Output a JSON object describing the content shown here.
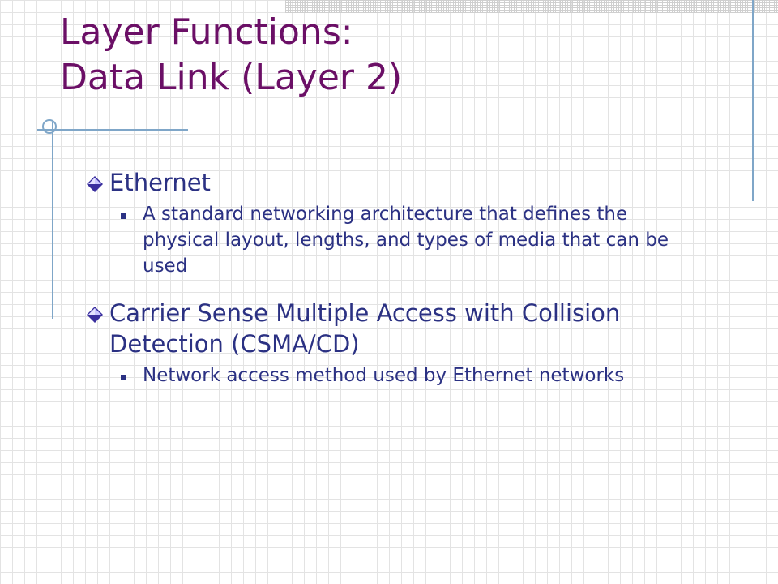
{
  "slide": {
    "title_line1": "Layer Functions:",
    "title_line2": "Data Link (Layer 2)",
    "bullets": [
      {
        "text": "Ethernet",
        "subbullets": [
          "A standard networking architecture that defines the physical layout, lengths, and types of media that can be used"
        ]
      },
      {
        "text": "Carrier Sense Multiple Access with Collision Detection (CSMA/CD)",
        "subbullets": [
          "Network access method used by Ethernet networks"
        ]
      }
    ]
  },
  "colors": {
    "title": "#6b0f66",
    "body": "#2b3183",
    "accent_line": "#7fa6c8",
    "diamond_light": "#c9c6ff",
    "diamond_dark": "#3a2f9e"
  },
  "icons": {
    "level1_bullet": "diamond-bullet-icon",
    "level2_bullet": "square-bullet-icon"
  }
}
